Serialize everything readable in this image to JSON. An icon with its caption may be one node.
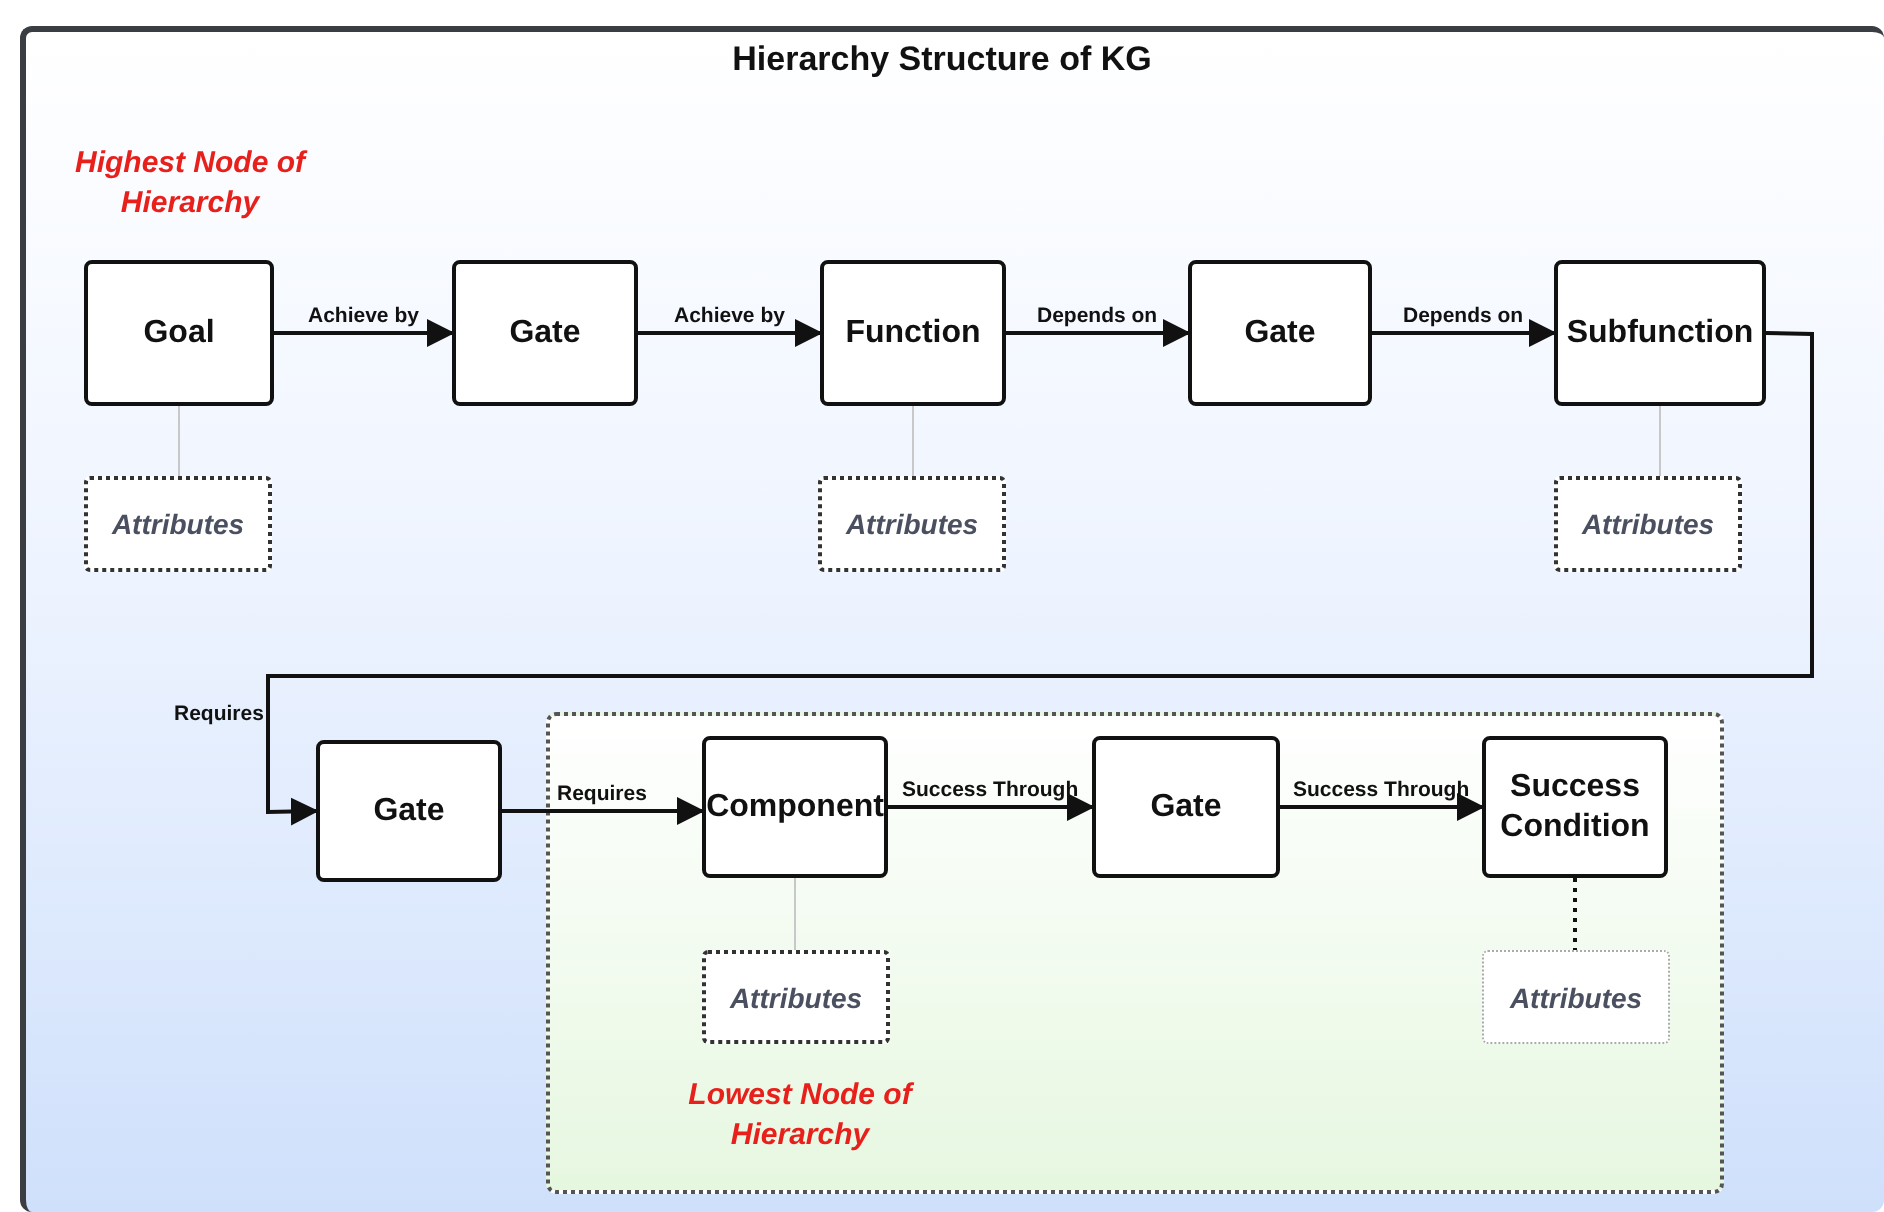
{
  "diagram": {
    "title": "Hierarchy Structure of KG",
    "nodes": [
      {
        "text": [
          "Goal"
        ]
      },
      {
        "text": [
          "Gate"
        ]
      },
      {
        "text": [
          "Function"
        ]
      },
      {
        "text": [
          "Gate"
        ]
      },
      {
        "text": [
          "Subfunction"
        ]
      },
      {
        "text": [
          "Attributes"
        ]
      },
      {
        "text": [
          "Attributes"
        ]
      },
      {
        "text": [
          "Attributes"
        ]
      },
      {
        "text": [
          "Gate"
        ]
      },
      {
        "text": [],
        "shape": "box"
      },
      {
        "text": [
          "Component"
        ],
        "in": 9
      },
      {
        "text": [
          "Gate"
        ],
        "in": 9
      },
      {
        "text": [
          "Success Condition"
        ],
        "in": 9
      },
      {
        "text": [
          "Attributes"
        ],
        "in": 9
      },
      {
        "text": [
          "Attributes"
        ],
        "in": 9
      }
    ],
    "edges": [
      {
        "from": 0,
        "to": 1,
        "arrow": "to",
        "label": "Achieve by"
      },
      {
        "from": 1,
        "to": 2,
        "arrow": "to",
        "label": "Achieve by"
      },
      {
        "from": 2,
        "to": 3,
        "arrow": "to",
        "label": "Depends on"
      },
      {
        "from": 3,
        "to": 4,
        "arrow": "to",
        "label": "Depends on"
      },
      {
        "from": 4,
        "to": 8,
        "arrow": "to",
        "label": "Requires"
      },
      {
        "from": 8,
        "to": 10,
        "arrow": "to",
        "label": "Requires"
      },
      {
        "from": 10,
        "to": 11,
        "arrow": "to",
        "label": "Success Through"
      },
      {
        "from": 11,
        "to": 12,
        "arrow": "to",
        "label": "Success Through"
      },
      {
        "from": 0,
        "to": 5,
        "arrow": "none",
        "color": "#c8c8c8"
      },
      {
        "from": 2,
        "to": 6,
        "arrow": "none",
        "color": "#c8c8c8"
      },
      {
        "from": 4,
        "to": 7,
        "arrow": "none",
        "color": "#c8c8c8"
      },
      {
        "from": 10,
        "to": 13,
        "arrow": "none",
        "color": "#c8c8c8"
      },
      {
        "from": 12,
        "to": 14,
        "arrow": "none",
        "style": "dashed"
      }
    ],
    "labels": [
      "Highest Node of Hierarchy",
      "Lowest Node of Hierarchy"
    ]
  }
}
